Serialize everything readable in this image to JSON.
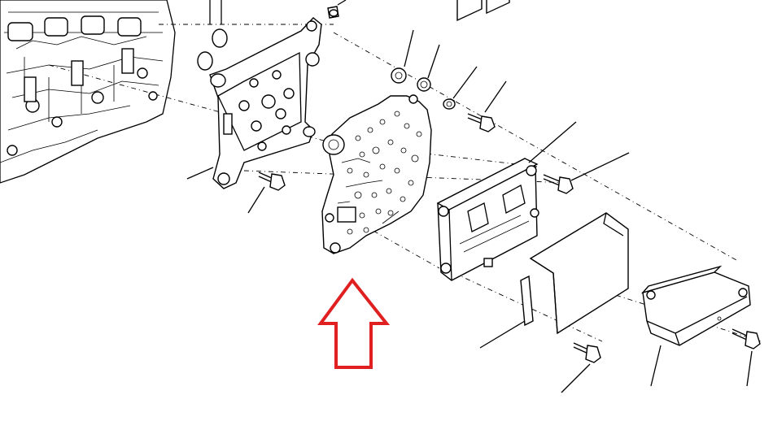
{
  "diagram": {
    "kind": "exploded-parts-view",
    "line_color": "#000000",
    "background": "#ffffff",
    "highlight_color": "#e02020",
    "parts": [
      {
        "id": "engine-block-fragment",
        "icon": "engine-block"
      },
      {
        "id": "o-ring-seals",
        "icon": "o-ring"
      },
      {
        "id": "mounting-bracket",
        "icon": "bracket"
      },
      {
        "id": "bracket-bolt",
        "icon": "bolt"
      },
      {
        "id": "top-plug",
        "icon": "plug"
      },
      {
        "id": "damper-grommets",
        "icon": "grommet"
      },
      {
        "id": "valve-body-plate",
        "icon": "plate"
      },
      {
        "id": "washer-nut",
        "icon": "nut"
      },
      {
        "id": "plate-bolt",
        "icon": "bolt"
      },
      {
        "id": "ecm-module",
        "icon": "control-module"
      },
      {
        "id": "ecm-bolt",
        "icon": "bolt"
      },
      {
        "id": "heat-shield",
        "icon": "shield"
      },
      {
        "id": "shield-bolt",
        "icon": "bolt"
      },
      {
        "id": "outer-cover",
        "icon": "cover"
      },
      {
        "id": "cover-bolt",
        "icon": "bolt"
      }
    ],
    "callout": {
      "icon": "up-arrow-outline",
      "color": "#e02020",
      "points_to": "valve-body-plate"
    }
  }
}
